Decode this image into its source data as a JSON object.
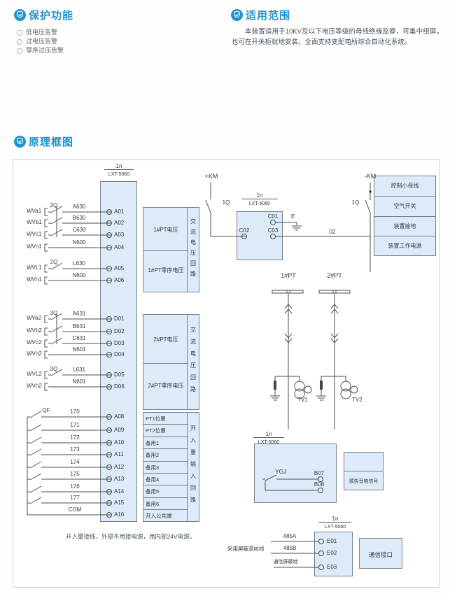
{
  "ui_colors": {
    "accent": "#1e93d0",
    "block_fill": "#dcebf7",
    "block_border": "#73828f"
  },
  "sections": {
    "protection": {
      "title": "保护功能",
      "items": [
        "低电压告警",
        "过电压告警",
        "零序过压告警"
      ]
    },
    "scope": {
      "title": "适用范围",
      "text": "本装置适用于10KV及以下电压等级的母线绝缘监察，可集中组屏，也可在开关柜就地安装，全面支持变配电所综合自动化系统。"
    },
    "schematic": {
      "title": "原理框图"
    }
  },
  "device": {
    "num": "1n",
    "model": "LXT-5060"
  },
  "groups": {
    "g1": {
      "sw": "2Q",
      "rows": [
        {
          "in": "WVa1",
          "wire": "A630",
          "term": "A01"
        },
        {
          "in": "WVb1",
          "wire": "B630",
          "term": "A02"
        },
        {
          "in": "WVc1",
          "wire": "C630",
          "term": "A03"
        },
        {
          "in": "WVn1",
          "wire": "N600",
          "term": "A04"
        },
        {
          "in": "WVL1",
          "wire": "L630",
          "term": "A05"
        },
        {
          "in": "WVn1",
          "wire": "N600",
          "term": "A06"
        }
      ]
    },
    "g2": {
      "sw": "3Q",
      "rows": [
        {
          "in": "WVa2",
          "wire": "A631",
          "term": "D01"
        },
        {
          "in": "WVb2",
          "wire": "B631",
          "term": "D02"
        },
        {
          "in": "WVc2",
          "wire": "C631",
          "term": "D03"
        },
        {
          "in": "WVn2",
          "wire": "N601",
          "term": "D04"
        },
        {
          "in": "WVL2",
          "wire": "L631",
          "term": "D05"
        },
        {
          "in": "WVn2",
          "wire": "N601",
          "term": "D06"
        }
      ]
    },
    "g3": {
      "sw": "QF",
      "rows": [
        {
          "wire": "170",
          "term": "A08"
        },
        {
          "wire": "171",
          "term": "A09"
        },
        {
          "wire": "172",
          "term": "A10"
        },
        {
          "wire": "173",
          "term": "A11"
        },
        {
          "wire": "174",
          "term": "A12"
        },
        {
          "wire": "175",
          "term": "A13"
        },
        {
          "wire": "176",
          "term": "A14"
        },
        {
          "wire": "177",
          "term": "A15"
        },
        {
          "wire": "COM",
          "term": "A16"
        }
      ]
    }
  },
  "mid": {
    "b1": {
      "c1": "1#PT电压",
      "c2": "1#PT零序电压",
      "side": "交流电压回路"
    },
    "b2": {
      "c1": "2#PT电压",
      "c2": "2#PT零序电压",
      "side": "交流电压回路"
    },
    "b3": {
      "rows": [
        "PT1位置",
        "PT2位置",
        "备用1",
        "备用2",
        "备用3",
        "备用4",
        "备用5",
        "备用6",
        "开入公共端"
      ],
      "side": "开入量输入回路"
    }
  },
  "power": {
    "km_pos": "+KM",
    "km_neg": "-KM",
    "q": "1Q",
    "c01": "C01",
    "c02": "C02",
    "c03": "C03",
    "e": "E",
    "wire02": "02",
    "rows": [
      "控制小母线",
      "空气开关",
      "装置接地",
      "装置工作电源"
    ]
  },
  "pt": {
    "pt1": "1#PT",
    "pt2": "2#PT",
    "tv1": "TV1",
    "tv2": "TV2"
  },
  "relay": {
    "label": "YGJ",
    "b07": "B07",
    "b08": "B08",
    "annun": "预告音响信号"
  },
  "comm": {
    "note": "采用屏蔽双绞线",
    "lines": [
      {
        "w": "485A",
        "t": "E01"
      },
      {
        "w": "485B",
        "t": "E02"
      },
      {
        "w": "通信屏蔽地",
        "t": "E03"
      }
    ],
    "box": "通信接口"
  },
  "note": "开入量接线，外部不用接电源，用内部24V电源。"
}
